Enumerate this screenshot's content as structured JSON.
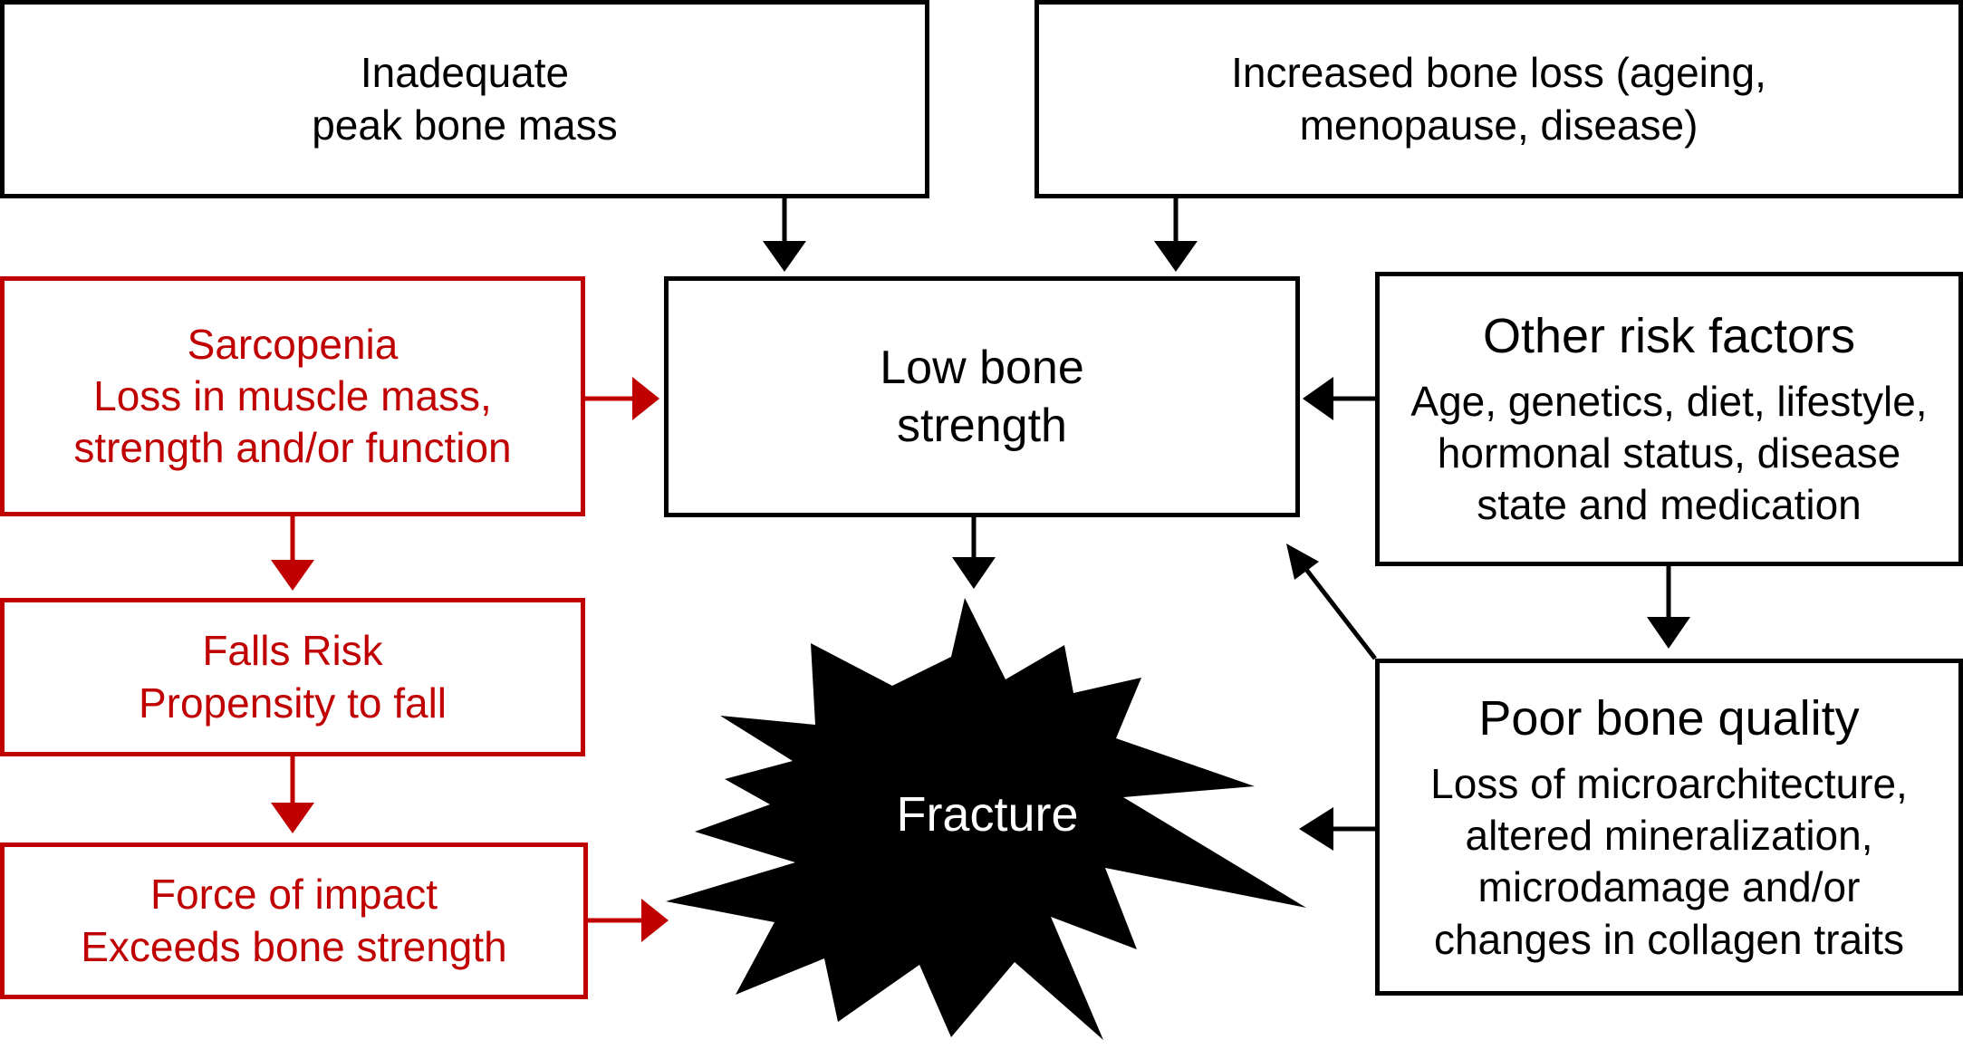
{
  "boxes": {
    "peak_bone_mass": {
      "lines": [
        "Inadequate",
        "peak bone mass"
      ]
    },
    "bone_loss": {
      "lines": [
        "Increased bone loss (ageing,",
        "menopause, disease)"
      ]
    },
    "low_bone_strength": {
      "lines": [
        "Low bone",
        "strength"
      ]
    },
    "sarcopenia": {
      "lines": [
        "Sarcopenia",
        "Loss in muscle mass,",
        "strength and/or function"
      ]
    },
    "falls_risk": {
      "lines": [
        "Falls Risk",
        "Propensity to fall"
      ]
    },
    "force_of_impact": {
      "lines": [
        "Force of impact",
        "Exceeds bone strength"
      ]
    },
    "other_risk_factors": {
      "title": "Other risk factors",
      "lines": [
        "Age, genetics, diet, lifestyle,",
        "hormonal status, disease",
        "state and medication"
      ]
    },
    "poor_bone_quality": {
      "title": "Poor bone quality",
      "lines": [
        "Loss of microarchitecture,",
        "altered mineralization,",
        "microdamage and/or",
        "changes in collagen traits"
      ]
    }
  },
  "fracture": {
    "label": "Fracture"
  },
  "colors": {
    "black": "#000000",
    "red": "#c00000",
    "white": "#ffffff"
  }
}
